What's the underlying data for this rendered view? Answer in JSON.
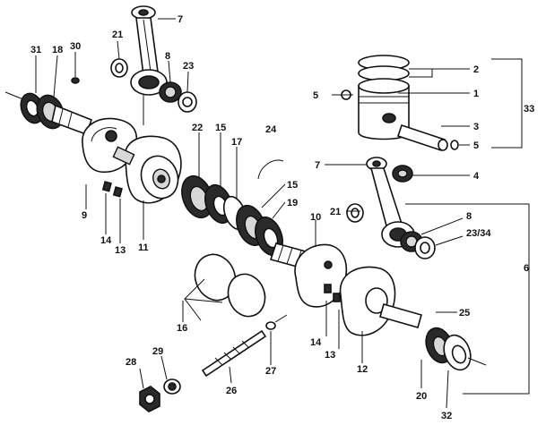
{
  "diagram": {
    "callouts": [
      {
        "id": "c31",
        "text": "31"
      },
      {
        "id": "c18",
        "text": "18"
      },
      {
        "id": "c30",
        "text": "30"
      },
      {
        "id": "c21a",
        "text": "21"
      },
      {
        "id": "c7a",
        "text": "7"
      },
      {
        "id": "c8a",
        "text": "8"
      },
      {
        "id": "c23a",
        "text": "23"
      },
      {
        "id": "c2",
        "text": "2"
      },
      {
        "id": "c1",
        "text": "1"
      },
      {
        "id": "c5a",
        "text": "5"
      },
      {
        "id": "c33",
        "text": "33"
      },
      {
        "id": "c3",
        "text": "3"
      },
      {
        "id": "c5b",
        "text": "5"
      },
      {
        "id": "c7b",
        "text": "7"
      },
      {
        "id": "c4",
        "text": "4"
      },
      {
        "id": "c22",
        "text": "22"
      },
      {
        "id": "c15a",
        "text": "15"
      },
      {
        "id": "c17",
        "text": "17"
      },
      {
        "id": "c24",
        "text": "24"
      },
      {
        "id": "c15b",
        "text": "15"
      },
      {
        "id": "c19",
        "text": "19"
      },
      {
        "id": "c10",
        "text": "10"
      },
      {
        "id": "c21b",
        "text": "21"
      },
      {
        "id": "c8b",
        "text": "8"
      },
      {
        "id": "c2334",
        "text": "23/34"
      },
      {
        "id": "c6",
        "text": "6"
      },
      {
        "id": "c9",
        "text": "9"
      },
      {
        "id": "c14a",
        "text": "14"
      },
      {
        "id": "c13a",
        "text": "13"
      },
      {
        "id": "c11",
        "text": "11"
      },
      {
        "id": "c16",
        "text": "16"
      },
      {
        "id": "c25",
        "text": "25"
      },
      {
        "id": "c14b",
        "text": "14"
      },
      {
        "id": "c13b",
        "text": "13"
      },
      {
        "id": "c12",
        "text": "12"
      },
      {
        "id": "c27",
        "text": "27"
      },
      {
        "id": "c28",
        "text": "28"
      },
      {
        "id": "c29",
        "text": "29"
      },
      {
        "id": "c26",
        "text": "26"
      },
      {
        "id": "c20",
        "text": "20"
      },
      {
        "id": "c32",
        "text": "32"
      }
    ]
  }
}
